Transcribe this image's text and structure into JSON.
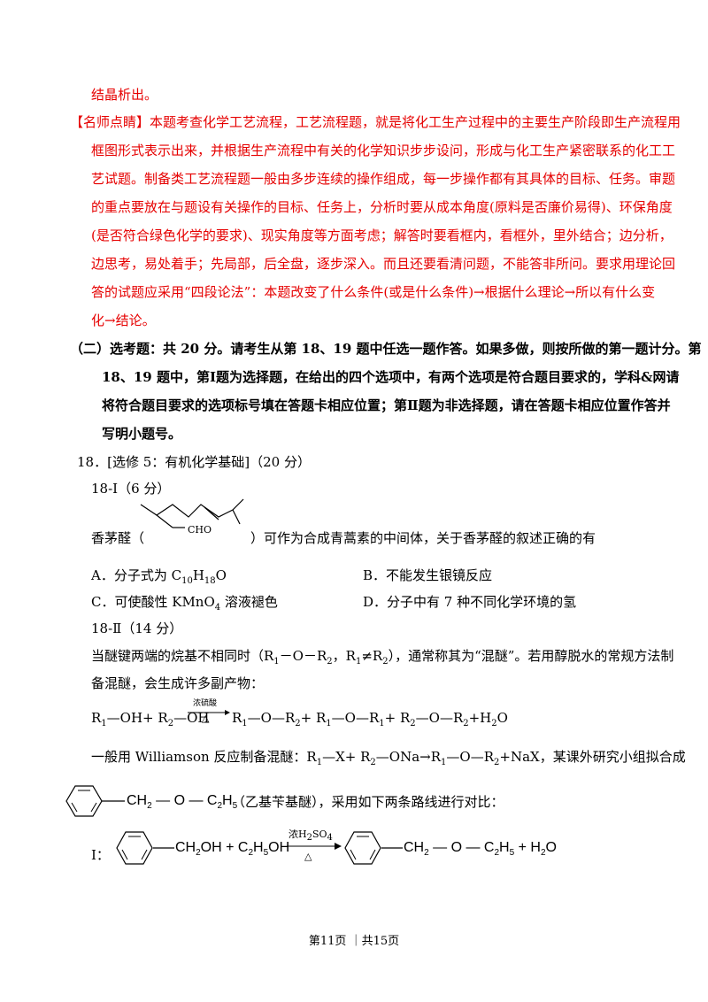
{
  "answer_tail": "结晶析出。",
  "tip": {
    "lines": [
      "【名师点睛】本题考查化学工艺流程，工艺流程题，就是将化工生产过程中的主要生产阶段即生产流程用",
      "框图形式表示出来，并根据生产流程中有关的化学知识步步设问，形成与化工生产紧密联系的化工工",
      "艺试题。制备类工艺流程题一般由多步连续的操作组成，每一步操作都有其具体的目标、任务。审题",
      "的重点要放在与题设有关操作的目标、任务上，分析时要从成本角度(原料是否廉价易得)、环保角度",
      "(是否符合绿色化学的要求)、现实角度等方面考虑；解答时要看框内，看框外，里外结合；边分析，",
      "边思考，易处着手；先局部，后全盘，逐步深入。而且还要看清问题，不能答非所问。要求用理论回",
      "答的试题应采用“四段论法”：本题改变了什么条件(或是什么条件)→根据什么理论→所以有什么变",
      "化→结论。"
    ]
  },
  "section": {
    "lines": [
      "（二）选考题：共 20 分。请考生从第 18、19 题中任选一题作答。如果多做，则按所做的第一题计分。第",
      "18、19 题中，第Ⅰ题为选择题，在给出的四个选项中，有两个选项是符合题目要求的，学科&网请",
      "将符合题目要求的选项标号填在答题卡相应位置；第Ⅱ题为非选择题，请在答题卡相应位置作答并",
      "写明小题号。"
    ]
  },
  "q18": {
    "title": "18．[选修 5：有机化学基础]（20 分）",
    "part1_label": "18-Ⅰ（6 分）",
    "stem_prefix": "香茅醛（",
    "stem_suffix": "）可作为合成青蒿素的中间体，关于香茅醛的叙述正确的有",
    "cho_label": "CHO",
    "options": {
      "A": "A．分子式为 C10H18O",
      "B": "B．不能发生银镜反应",
      "C": "C．可使酸性 KMnO4 溶液褪色",
      "D": "D．分子中有 7 种不同化学环境的氢"
    },
    "part2_label": "18-Ⅱ（14 分）",
    "p1": "当醚键两端的烷基不相同时（R1－O－R2，R1≠R2），通常称其为“混醚”。若用醇脱水的常规方法制",
    "p2": "备混醚，会生成许多副产物：",
    "eq1_left": "R1—OH+ R2—OH",
    "eq1_cond_top": "浓硫酸",
    "eq1_cond_bottom": "△",
    "eq1_right": "R1—O—R2+ R1—O—R1+ R2—O—R2+H2O",
    "p3": "一般用 Williamson 反应制备混醚：R1—X+ R2—ONa→R1—O—R2+NaX，某课外研究小组拟合成",
    "target_formula": "CH2 — O — C2H5",
    "target_name": "（乙基苄基醚），采用如下两条路线进行对比：",
    "route1_label": "Ⅰ：",
    "route1_reactants": "CH2OH + C2H5OH",
    "route1_cond_top": "浓H2SO4",
    "route1_cond_bottom": "△",
    "route1_product": "CH2 — O — C2H5 + H2O"
  },
  "footer": "第11页 ｜共15页"
}
